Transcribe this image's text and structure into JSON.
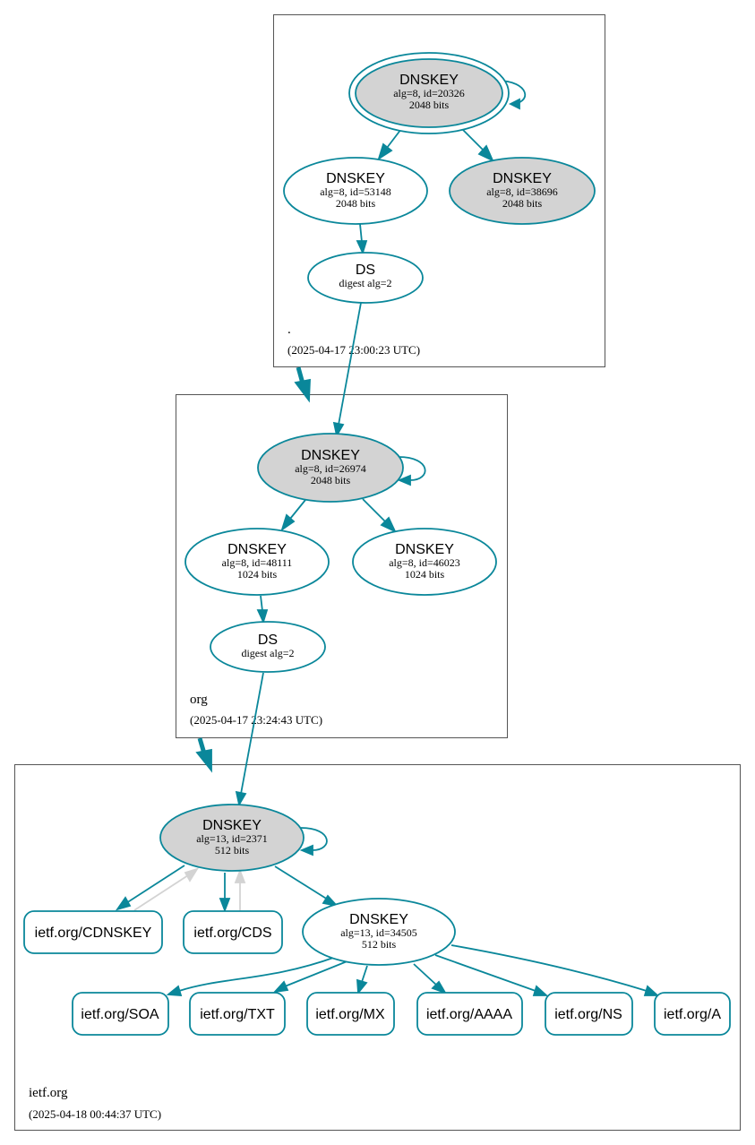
{
  "colors": {
    "edge": "#0a879a",
    "trusted_fill": "#d3d3d3",
    "signature_grey": "#d3d3d3"
  },
  "zones": {
    "root": {
      "name": ".",
      "timestamp": "(2025-04-17 23:00:23 UTC)",
      "ksk": {
        "title": "DNSKEY",
        "line1": "alg=8, id=20326",
        "line2": "2048 bits"
      },
      "zsk1": {
        "title": "DNSKEY",
        "line1": "alg=8, id=53148",
        "line2": "2048 bits"
      },
      "zsk2": {
        "title": "DNSKEY",
        "line1": "alg=8, id=38696",
        "line2": "2048 bits"
      },
      "ds": {
        "title": "DS",
        "line1": "digest alg=2"
      }
    },
    "org": {
      "name": "org",
      "timestamp": "(2025-04-17 23:24:43 UTC)",
      "ksk": {
        "title": "DNSKEY",
        "line1": "alg=8, id=26974",
        "line2": "2048 bits"
      },
      "zsk1": {
        "title": "DNSKEY",
        "line1": "alg=8, id=48111",
        "line2": "1024 bits"
      },
      "zsk2": {
        "title": "DNSKEY",
        "line1": "alg=8, id=46023",
        "line2": "1024 bits"
      },
      "ds": {
        "title": "DS",
        "line1": "digest alg=2"
      }
    },
    "ietf": {
      "name": "ietf.org",
      "timestamp": "(2025-04-18 00:44:37 UTC)",
      "ksk": {
        "title": "DNSKEY",
        "line1": "alg=13, id=2371",
        "line2": "512 bits"
      },
      "zsk": {
        "title": "DNSKEY",
        "line1": "alg=13, id=34505",
        "line2": "512 bits"
      },
      "rrsets": {
        "cdnskey": "ietf.org/CDNSKEY",
        "cds": "ietf.org/CDS",
        "soa": "ietf.org/SOA",
        "txt": "ietf.org/TXT",
        "mx": "ietf.org/MX",
        "aaaa": "ietf.org/AAAA",
        "ns": "ietf.org/NS",
        "a": "ietf.org/A"
      }
    }
  }
}
